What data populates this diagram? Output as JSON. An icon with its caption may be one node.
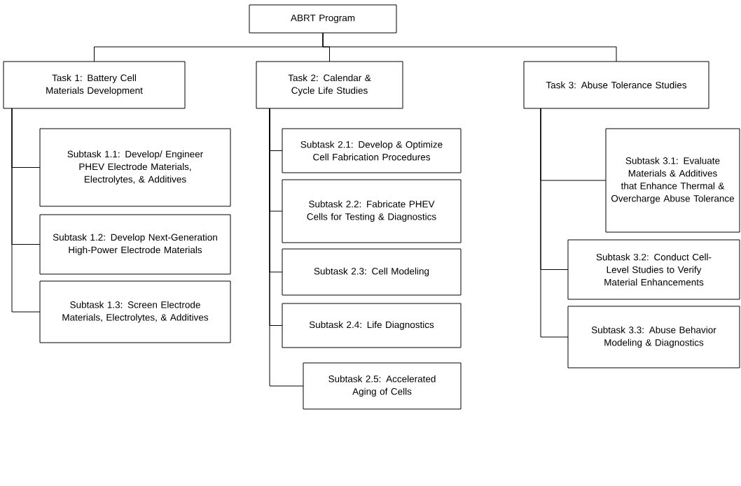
{
  "diagram": {
    "nodes": [
      {
        "text": [
          "ABRT Program"
        ]
      },
      {
        "text": [
          "Task 1: Battery Cell Materials Development"
        ]
      },
      {
        "text": [
          "Task 2: Calendar & Cycle Life Studies"
        ]
      },
      {
        "text": [
          "Task 3: Abuse Tolerance Studies"
        ]
      },
      {
        "text": [
          "Subtask 1.1: Develop/ Engineer PHEV Electrode Materials, Electrolytes, & Additives"
        ]
      },
      {
        "text": [
          "Subtask 1.2: Develop Next-Generation High-Power Electrode Materials"
        ]
      },
      {
        "text": [
          "Subtask 1.3: Screen Electrode Materials, Electrolytes, & Additives"
        ]
      },
      {
        "text": [
          "Subtask 2.1: Develop & Optimize Cell Fabrication Procedures"
        ]
      },
      {
        "text": [
          "Subtask 2.2: Fabricate PHEV Cells for Testing & Diagnostics"
        ]
      },
      {
        "text": [
          "Subtask 2.3: Cell Modeling"
        ]
      },
      {
        "text": [
          "Subtask 2.4: Life Diagnostics"
        ]
      },
      {
        "text": [
          "Subtask 2.5: Accelerated Aging of Cells"
        ]
      },
      {
        "text": [
          "Subtask 3.1: Evaluate Materials & Additives that Enhance Thermal & Overcharge Abuse Tolerance"
        ]
      },
      {
        "text": [
          "Subtask 3.2: Conduct Cell-Level Studies to Verify Material Enhancements"
        ]
      },
      {
        "text": [
          "Subtask 3.3: Abuse Behavior Modeling & Diagnostics"
        ]
      }
    ],
    "edges": [
      {
        "from": 0,
        "to": 1,
        "arrow": "none"
      },
      {
        "from": 0,
        "to": 2,
        "arrow": "none"
      },
      {
        "from": 0,
        "to": 3,
        "arrow": "none"
      },
      {
        "from": 1,
        "to": 4,
        "arrow": "none"
      },
      {
        "from": 1,
        "to": 5,
        "arrow": "none"
      },
      {
        "from": 1,
        "to": 6,
        "arrow": "none"
      },
      {
        "from": 2,
        "to": 7,
        "arrow": "none"
      },
      {
        "from": 2,
        "to": 8,
        "arrow": "none"
      },
      {
        "from": 2,
        "to": 9,
        "arrow": "none"
      },
      {
        "from": 2,
        "to": 10,
        "arrow": "none"
      },
      {
        "from": 2,
        "to": 11,
        "arrow": "none"
      },
      {
        "from": 3,
        "to": 12,
        "arrow": "none"
      },
      {
        "from": 3,
        "to": 13,
        "arrow": "none"
      },
      {
        "from": 3,
        "to": 14,
        "arrow": "none"
      }
    ]
  }
}
